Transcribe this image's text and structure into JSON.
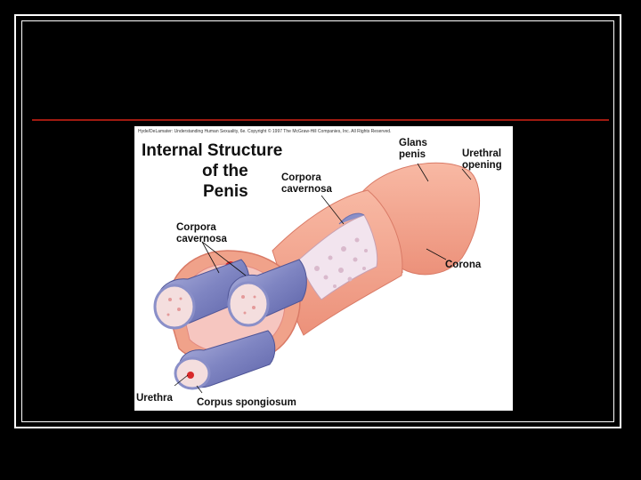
{
  "diagram": {
    "credit": "Hyde/DeLamater: Understanding Human Sexuality, 6e. Copyright © 1997 The McGraw-Hill Companies, Inc. All Rights Reserved.",
    "title_line1": "Internal Structure",
    "title_line2": "of the",
    "title_line3": "Penis",
    "labels": {
      "glans_1": "Glans",
      "glans_2": "penis",
      "urethral_opening_1": "Urethral",
      "urethral_opening_2": "opening",
      "corpora_top_1": "Corpora",
      "corpora_top_2": "cavernosa",
      "corpora_left_1": "Corpora",
      "corpora_left_2": "cavernosa",
      "corona": "Corona",
      "urethra": "Urethra",
      "corpus_spongiosum": "Corpus spongiosum"
    },
    "colors": {
      "skin": "#f4a48c",
      "skin_dark": "#e07f6a",
      "tissue": "#f7d7d2",
      "tunica": "#8a8fc8",
      "blood": "#d8282a",
      "slide_rule": "#a01a10"
    }
  }
}
